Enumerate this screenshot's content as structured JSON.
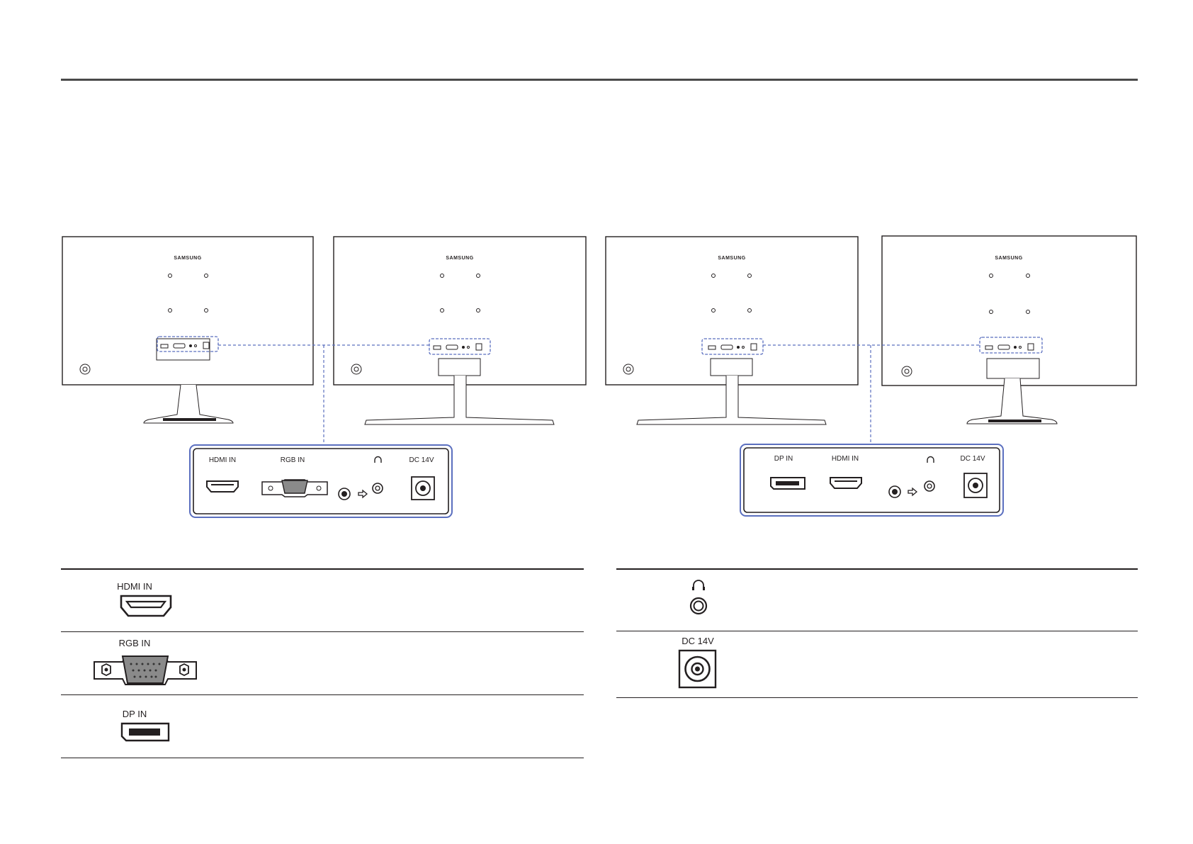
{
  "diagram": {
    "monitors": [
      {
        "brand": "SAMSUNG"
      },
      {
        "brand": "SAMSUNG"
      },
      {
        "brand": "SAMSUNG"
      },
      {
        "brand": "SAMSUNG"
      }
    ],
    "callout_left": {
      "ports": [
        "HDMI IN",
        "RGB IN",
        "",
        "DC 14V"
      ]
    },
    "callout_right": {
      "ports": [
        "DP IN",
        "HDMI IN",
        "",
        "DC 14V"
      ]
    }
  },
  "ports_table": {
    "left": [
      {
        "label": "HDMI IN",
        "icon": "hdmi-port-icon"
      },
      {
        "label": "RGB IN",
        "icon": "vga-port-icon"
      },
      {
        "label": "DP IN",
        "icon": "displayport-icon"
      }
    ],
    "right": [
      {
        "label": "",
        "icon": "headphone-jack-icon"
      },
      {
        "label": "DC 14V",
        "icon": "dc-power-port-icon"
      }
    ]
  }
}
